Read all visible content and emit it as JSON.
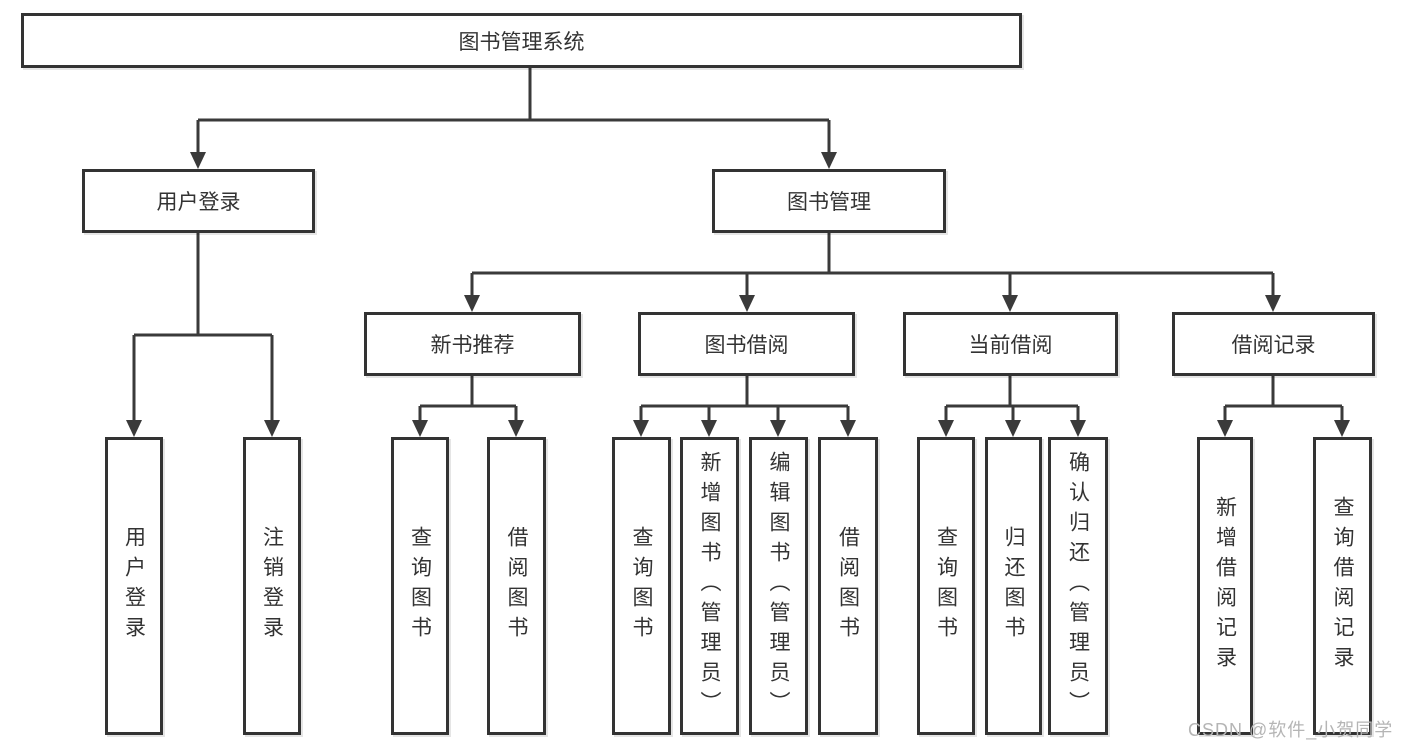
{
  "colors": {
    "line": "#3a3a3a",
    "border": "#333333",
    "text": "#333333",
    "watermark": "#b5b5b5",
    "background": "#ffffff"
  },
  "diagram": {
    "root": "图书管理系统",
    "level2": {
      "user_login": "用户登录",
      "book_mgmt": "图书管理"
    },
    "level3": {
      "new_books": "新书推荐",
      "book_borrow": "图书借阅",
      "current_borrow": "当前借阅",
      "borrow_records": "借阅记录"
    },
    "leaves": {
      "user": [
        "用户登录",
        "注销登录"
      ],
      "recommend": [
        "查询图书",
        "借阅图书"
      ],
      "borrow": [
        "查询图书",
        "新增图书（管理员）",
        "编辑图书（管理员）",
        "借阅图书"
      ],
      "current": [
        "查询图书",
        "归还图书",
        "确认归还（管理员）"
      ],
      "records": [
        "新增借阅记录",
        "查询借阅记录"
      ]
    }
  },
  "watermark": {
    "text": "CSDN @软件_小贺同学"
  }
}
